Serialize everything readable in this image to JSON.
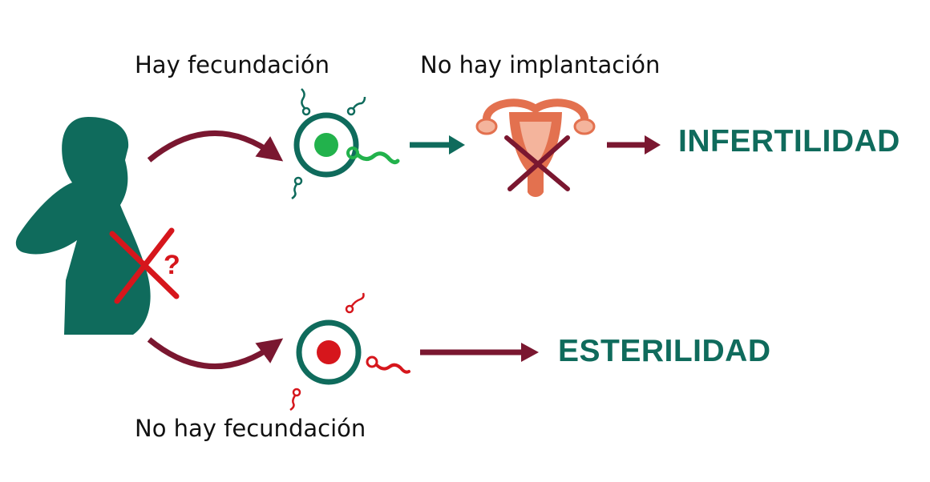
{
  "labels": {
    "top_left": "Hay fecundación",
    "top_right": "No hay implantación",
    "bottom": "No hay fecundación"
  },
  "outcomes": {
    "infertility": "INFERTILIDAD",
    "sterility": "ESTERILIDAD"
  },
  "question_mark": "?",
  "colors": {
    "teal": "#0f6b5c",
    "maroon": "#7a1730",
    "red": "#d6161c",
    "green": "#22b24c",
    "uterus": "#e3714f",
    "uterus_light": "#f4b49c"
  }
}
